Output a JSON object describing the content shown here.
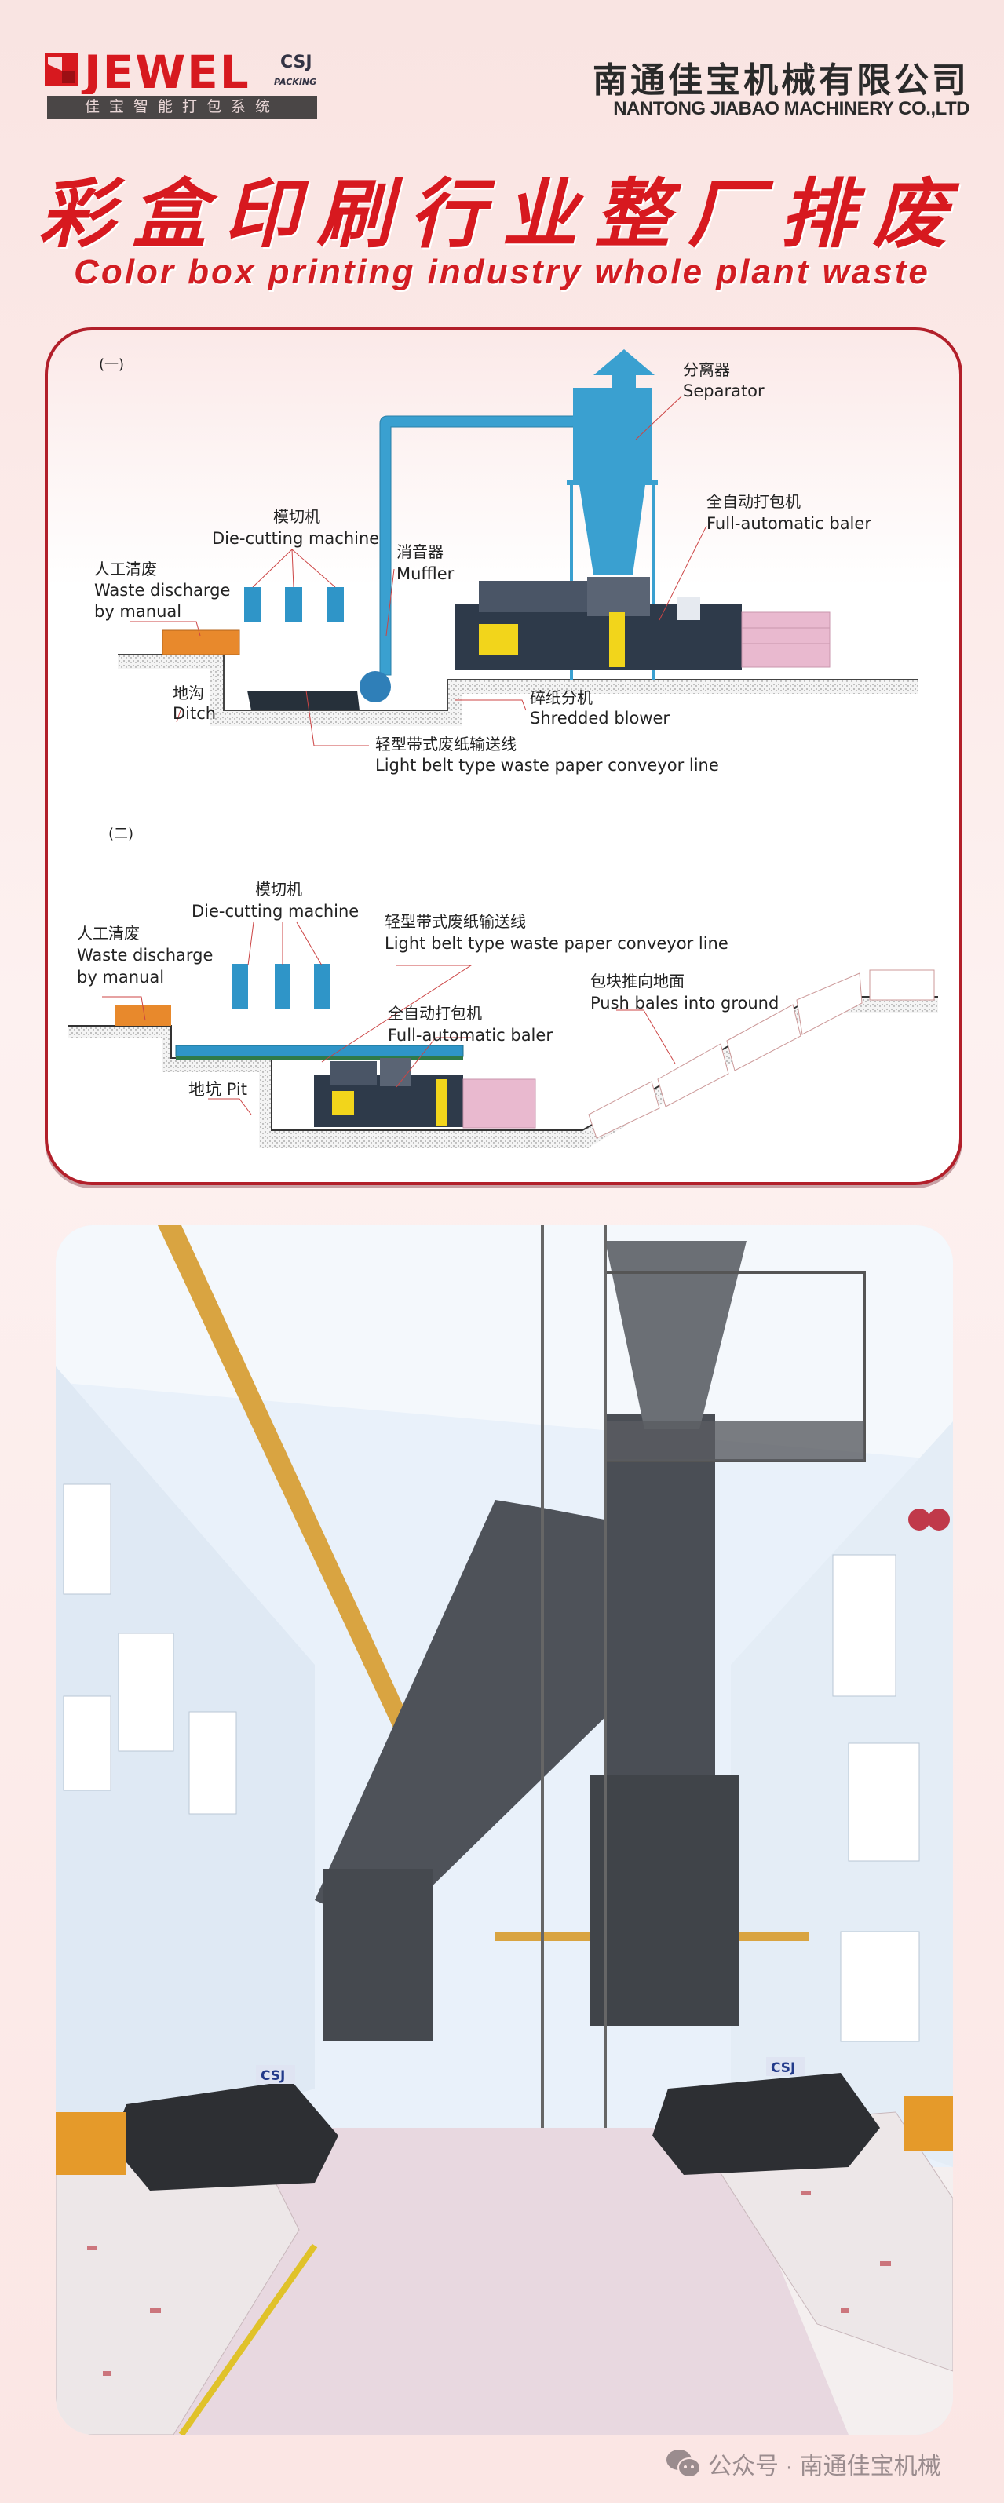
{
  "header": {
    "logo_text": "JEWEL",
    "logo_badge": "CSJ",
    "logo_badge_sub": "PACKING",
    "logo_tagline": "佳宝智能打包系统",
    "company_name_cn": "南通佳宝机械有限公司",
    "company_name_en": "NANTONG JIABAO MACHINERY CO.,LTD"
  },
  "title": {
    "main": "彩盒印刷行业整厂排废",
    "sub": "Color box printing industry whole plant waste"
  },
  "diagram1": {
    "index": "(一)",
    "separator_cn": "分离器",
    "separator_en": "Separator",
    "baler_cn": "全自动打包机",
    "baler_en": "Full-automatic baler",
    "diecut_cn": "模切机",
    "diecut_en": "Die-cutting machine",
    "muffler_cn": "消音器",
    "muffler_en": "Muffler",
    "manual_cn": "人工清废",
    "manual_en1": "Waste discharge",
    "manual_en2": "by manual",
    "ditch_cn": "地沟",
    "ditch_en": "Ditch",
    "blower_cn": "碎纸分机",
    "blower_en": "Shredded blower",
    "conveyor_cn": "轻型带式废纸输送线",
    "conveyor_en": "Light belt type waste paper conveyor line"
  },
  "diagram2": {
    "index": "(二)",
    "diecut_cn": "模切机",
    "diecut_en": "Die-cutting machine",
    "manual_cn": "人工清废",
    "manual_en1": "Waste discharge",
    "manual_en2": "by manual",
    "conveyor_cn": "轻型带式废纸输送线",
    "conveyor_en": "Light belt type waste paper conveyor line",
    "baler_cn": "全自动打包机",
    "baler_en": "Full-automatic baler",
    "push_cn": "包块推向地面",
    "push_en": "Push bales into ground",
    "pit": "地坑 Pit"
  },
  "photo": {
    "machine_badge": "CSJ"
  },
  "footer": {
    "watermark_icon": "wechat-icon",
    "watermark": "公众号 · 南通佳宝机械"
  },
  "colors": {
    "brand_red": "#d7191f",
    "frame_red": "#b21f2a",
    "machine_blue": "#2f95c8",
    "waste_orange": "#e8892c",
    "baler_yellow": "#f2d51b"
  }
}
